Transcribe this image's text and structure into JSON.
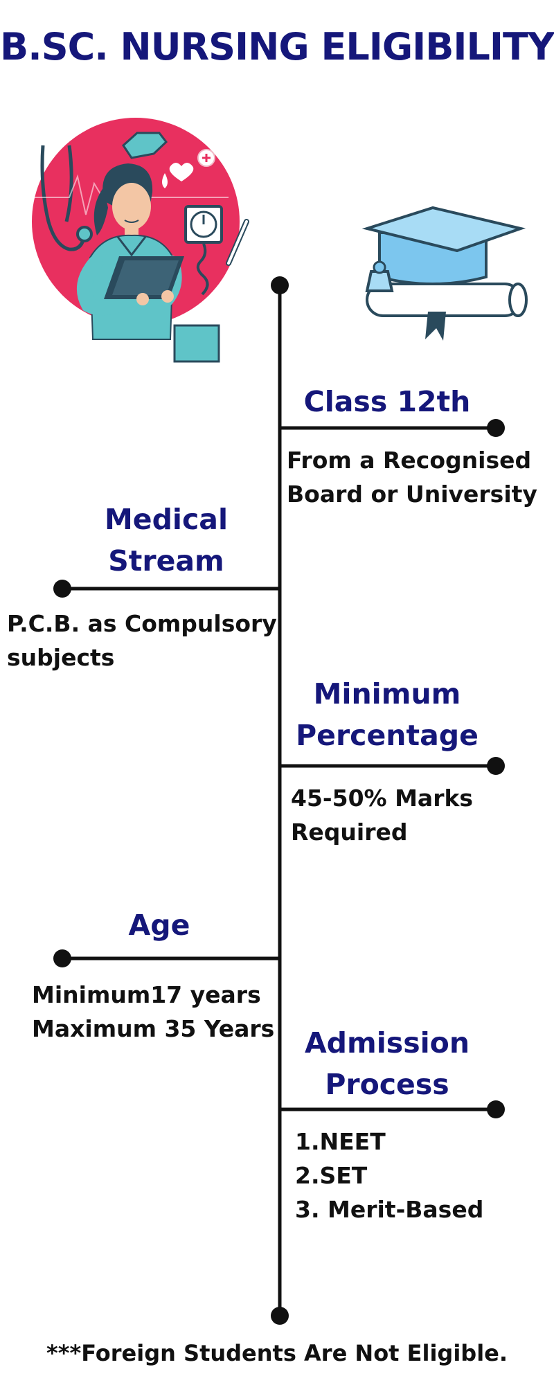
{
  "title": "B.SC. NURSING ELIGIBILITY",
  "colors": {
    "heading": "#15177a",
    "text": "#111111",
    "line": "#111111",
    "illustration_circle": "#e8305f",
    "scrubs": "#5fc4c8",
    "cap": "#7cc6ee"
  },
  "items": [
    {
      "heading_lines": [
        "Class 12th"
      ],
      "description_lines": [
        "From a Recognised",
        "Board or University"
      ]
    },
    {
      "heading_lines": [
        "Medical",
        "Stream"
      ],
      "description_lines": [
        "P.C.B. as Compulsory",
        "subjects"
      ]
    },
    {
      "heading_lines": [
        "Minimum",
        "Percentage"
      ],
      "description_lines": [
        "45-50% Marks",
        "Required"
      ]
    },
    {
      "heading_lines": [
        "Age"
      ],
      "description_lines": [
        "Minimum17 years",
        "Maximum 35 Years"
      ]
    },
    {
      "heading_lines": [
        "Admission",
        "Process"
      ],
      "description_lines": [
        "1.NEET",
        "2.SET",
        "3. Merit-Based"
      ]
    }
  ],
  "footer": "***Foreign Students Are Not Eligible.",
  "icons": [
    "nurse-illustration",
    "graduation-cap-icon",
    "diploma-scroll-icon"
  ]
}
